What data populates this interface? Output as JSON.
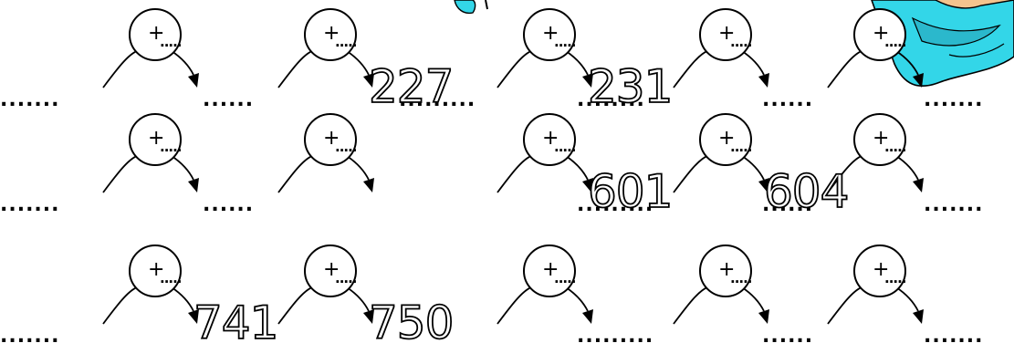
{
  "decor": {
    "icon": "cartoon-illustration-corner",
    "colors": {
      "blue": "#33D6E8",
      "skin": "#F4C48E",
      "teal": "#2BB8CC",
      "ink": "#000000"
    }
  },
  "blank": ".......",
  "short_blank": "......",
  "operator": "+",
  "operator_blank": ".....",
  "rows": [
    {
      "slots": [
        ".......",
        "......",
        ".........",
        "........",
        "......",
        "......."
      ],
      "answers": [
        {
          "after_node": 1,
          "value": "227"
        },
        {
          "after_node": 2,
          "value": "231"
        }
      ]
    },
    {
      "slots": [
        ".......",
        "......",
        "",
        ".........",
        "......",
        "......."
      ],
      "answers": [
        {
          "after_node": 2,
          "value": "601"
        },
        {
          "after_node": 3,
          "value": "604"
        }
      ]
    },
    {
      "slots": [
        ".......",
        "",
        "",
        ".........",
        "......",
        "......."
      ],
      "answers": [
        {
          "after_node": 0,
          "value": "741"
        },
        {
          "after_node": 1,
          "value": "750"
        }
      ]
    }
  ]
}
